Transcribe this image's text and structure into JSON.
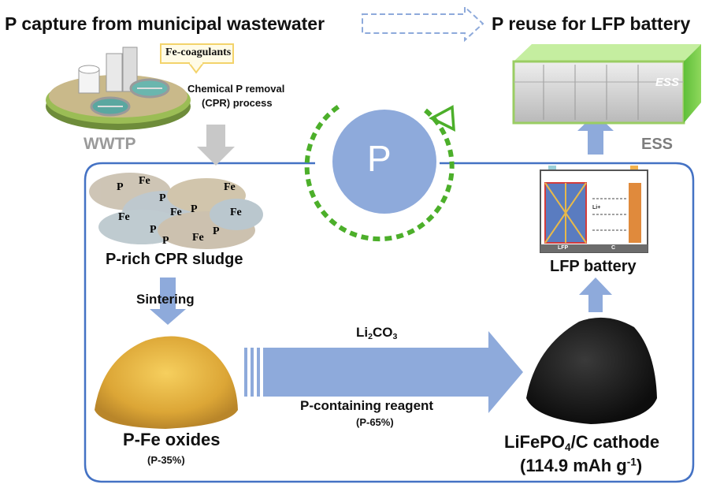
{
  "header": {
    "left_title": "P capture from municipal wastewater",
    "right_title": "P reuse for LFP battery"
  },
  "wwtp": {
    "label": "WWTP",
    "coagulant_note": "Fe-coagulants",
    "cpr_line1": "Chemical P removal",
    "cpr_line2": "(CPR) process"
  },
  "ess": {
    "label": "ESS",
    "panel_text": "ESS"
  },
  "cycle": {
    "center_letter": "P"
  },
  "sludge": {
    "label": "P-rich CPR sludge",
    "markers": [
      "P",
      "Fe",
      "P",
      "Fe",
      "Fe",
      "P",
      "Fe",
      "P",
      "Fe",
      "P",
      "Fe",
      "P"
    ]
  },
  "sintering": {
    "label": "Sintering"
  },
  "pfe_oxides": {
    "label": "P-Fe oxides",
    "sub": "(P-35%)"
  },
  "reaction": {
    "reagent_top_main": "Li",
    "reagent_top_sub1": "2",
    "reagent_top_mid": "CO",
    "reagent_top_sub2": "3",
    "reagent_bottom": "P-containing reagent",
    "reagent_bottom_sub": "(P-65%)"
  },
  "cathode": {
    "label_a": "LiFePO",
    "label_sub": "4",
    "label_b": "/C cathode",
    "cap_a": "(114.9 mAh g",
    "cap_sup": "-1",
    "cap_b": ")"
  },
  "battery": {
    "label": "LFP battery",
    "label_left": "LFP",
    "label_right": "C",
    "li_text": "Li+"
  },
  "colors": {
    "frame": "#4472c4",
    "arrow_blue": "#8eaadb",
    "circle": "#8eaadb",
    "dash_green": "#4caf2a",
    "grey_arrow": "#c8c8c8",
    "note_yellow": "#f3d36b",
    "powder_yellow": "#e6b43a",
    "powder_black": "#1a1a1a"
  }
}
